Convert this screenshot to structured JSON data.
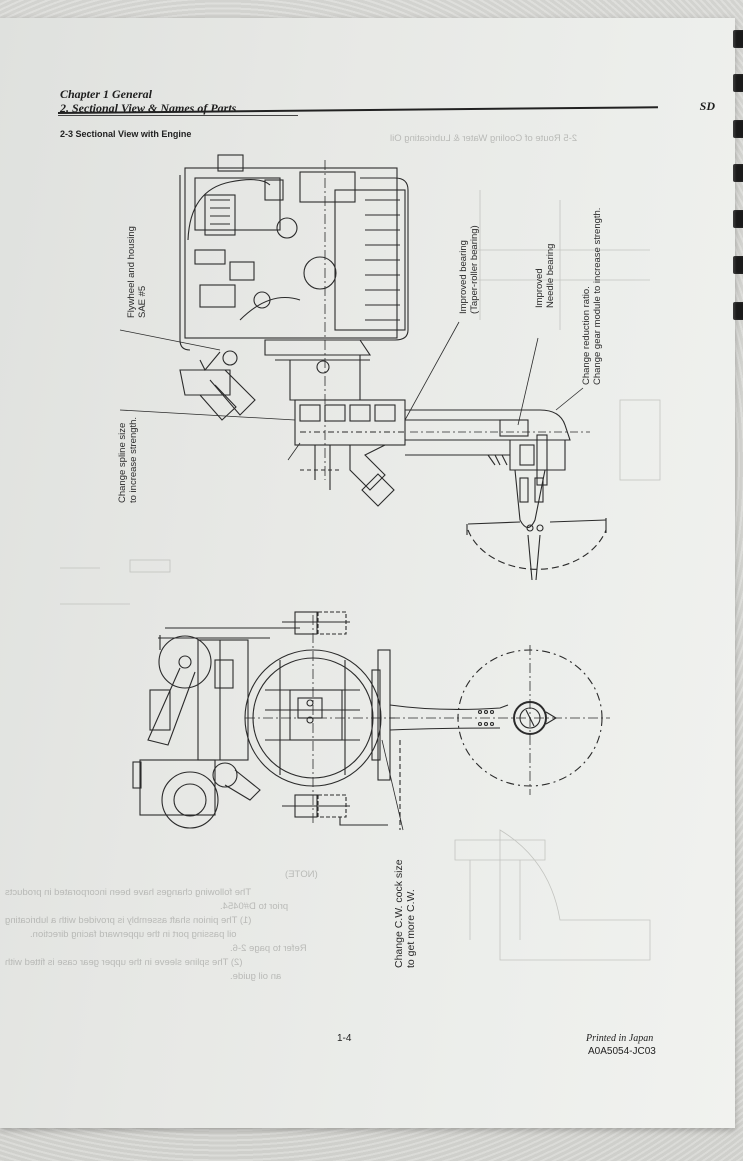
{
  "header": {
    "chapter": "Chapter 1 General",
    "section": "2. Sectional View & Names of Parts",
    "code": "SD"
  },
  "subsection_title": "2-3 Sectional View with Engine",
  "callouts": {
    "flywheel": [
      "Flywheel and housing",
      "SAE #5"
    ],
    "spline": [
      "Change spline size",
      "to increase strength."
    ],
    "taper_bearing": [
      "Improved bearing",
      "(Taper-roller bearing)"
    ],
    "needle_bearing": [
      "Improved",
      "Needle bearing"
    ],
    "reduction": [
      "Change reduction ratio.",
      "Change gear module to increase strength."
    ],
    "cw_cock": [
      "Change C.W. cock size",
      "to get more C.W."
    ]
  },
  "footer": {
    "page_number": "1-4",
    "printed": "Printed in Japan",
    "doc_code": "A0A5054-JC03"
  },
  "bleed_through": {
    "note_title": "(NOTE)",
    "lines": [
      "The following changes have been incorporated in products",
      "prior to D#0454.",
      "(1) The pinion shaft assembly is provided with a lubricating",
      "    oil passing port in the upperward facing direction.",
      "    Refer to page 2-6.",
      "(2) The spline sleeve in the upper gear case is fitted with",
      "    an oil guide."
    ],
    "section_header": "2-5 Route of Cooling Water & Lubricating Oil"
  }
}
